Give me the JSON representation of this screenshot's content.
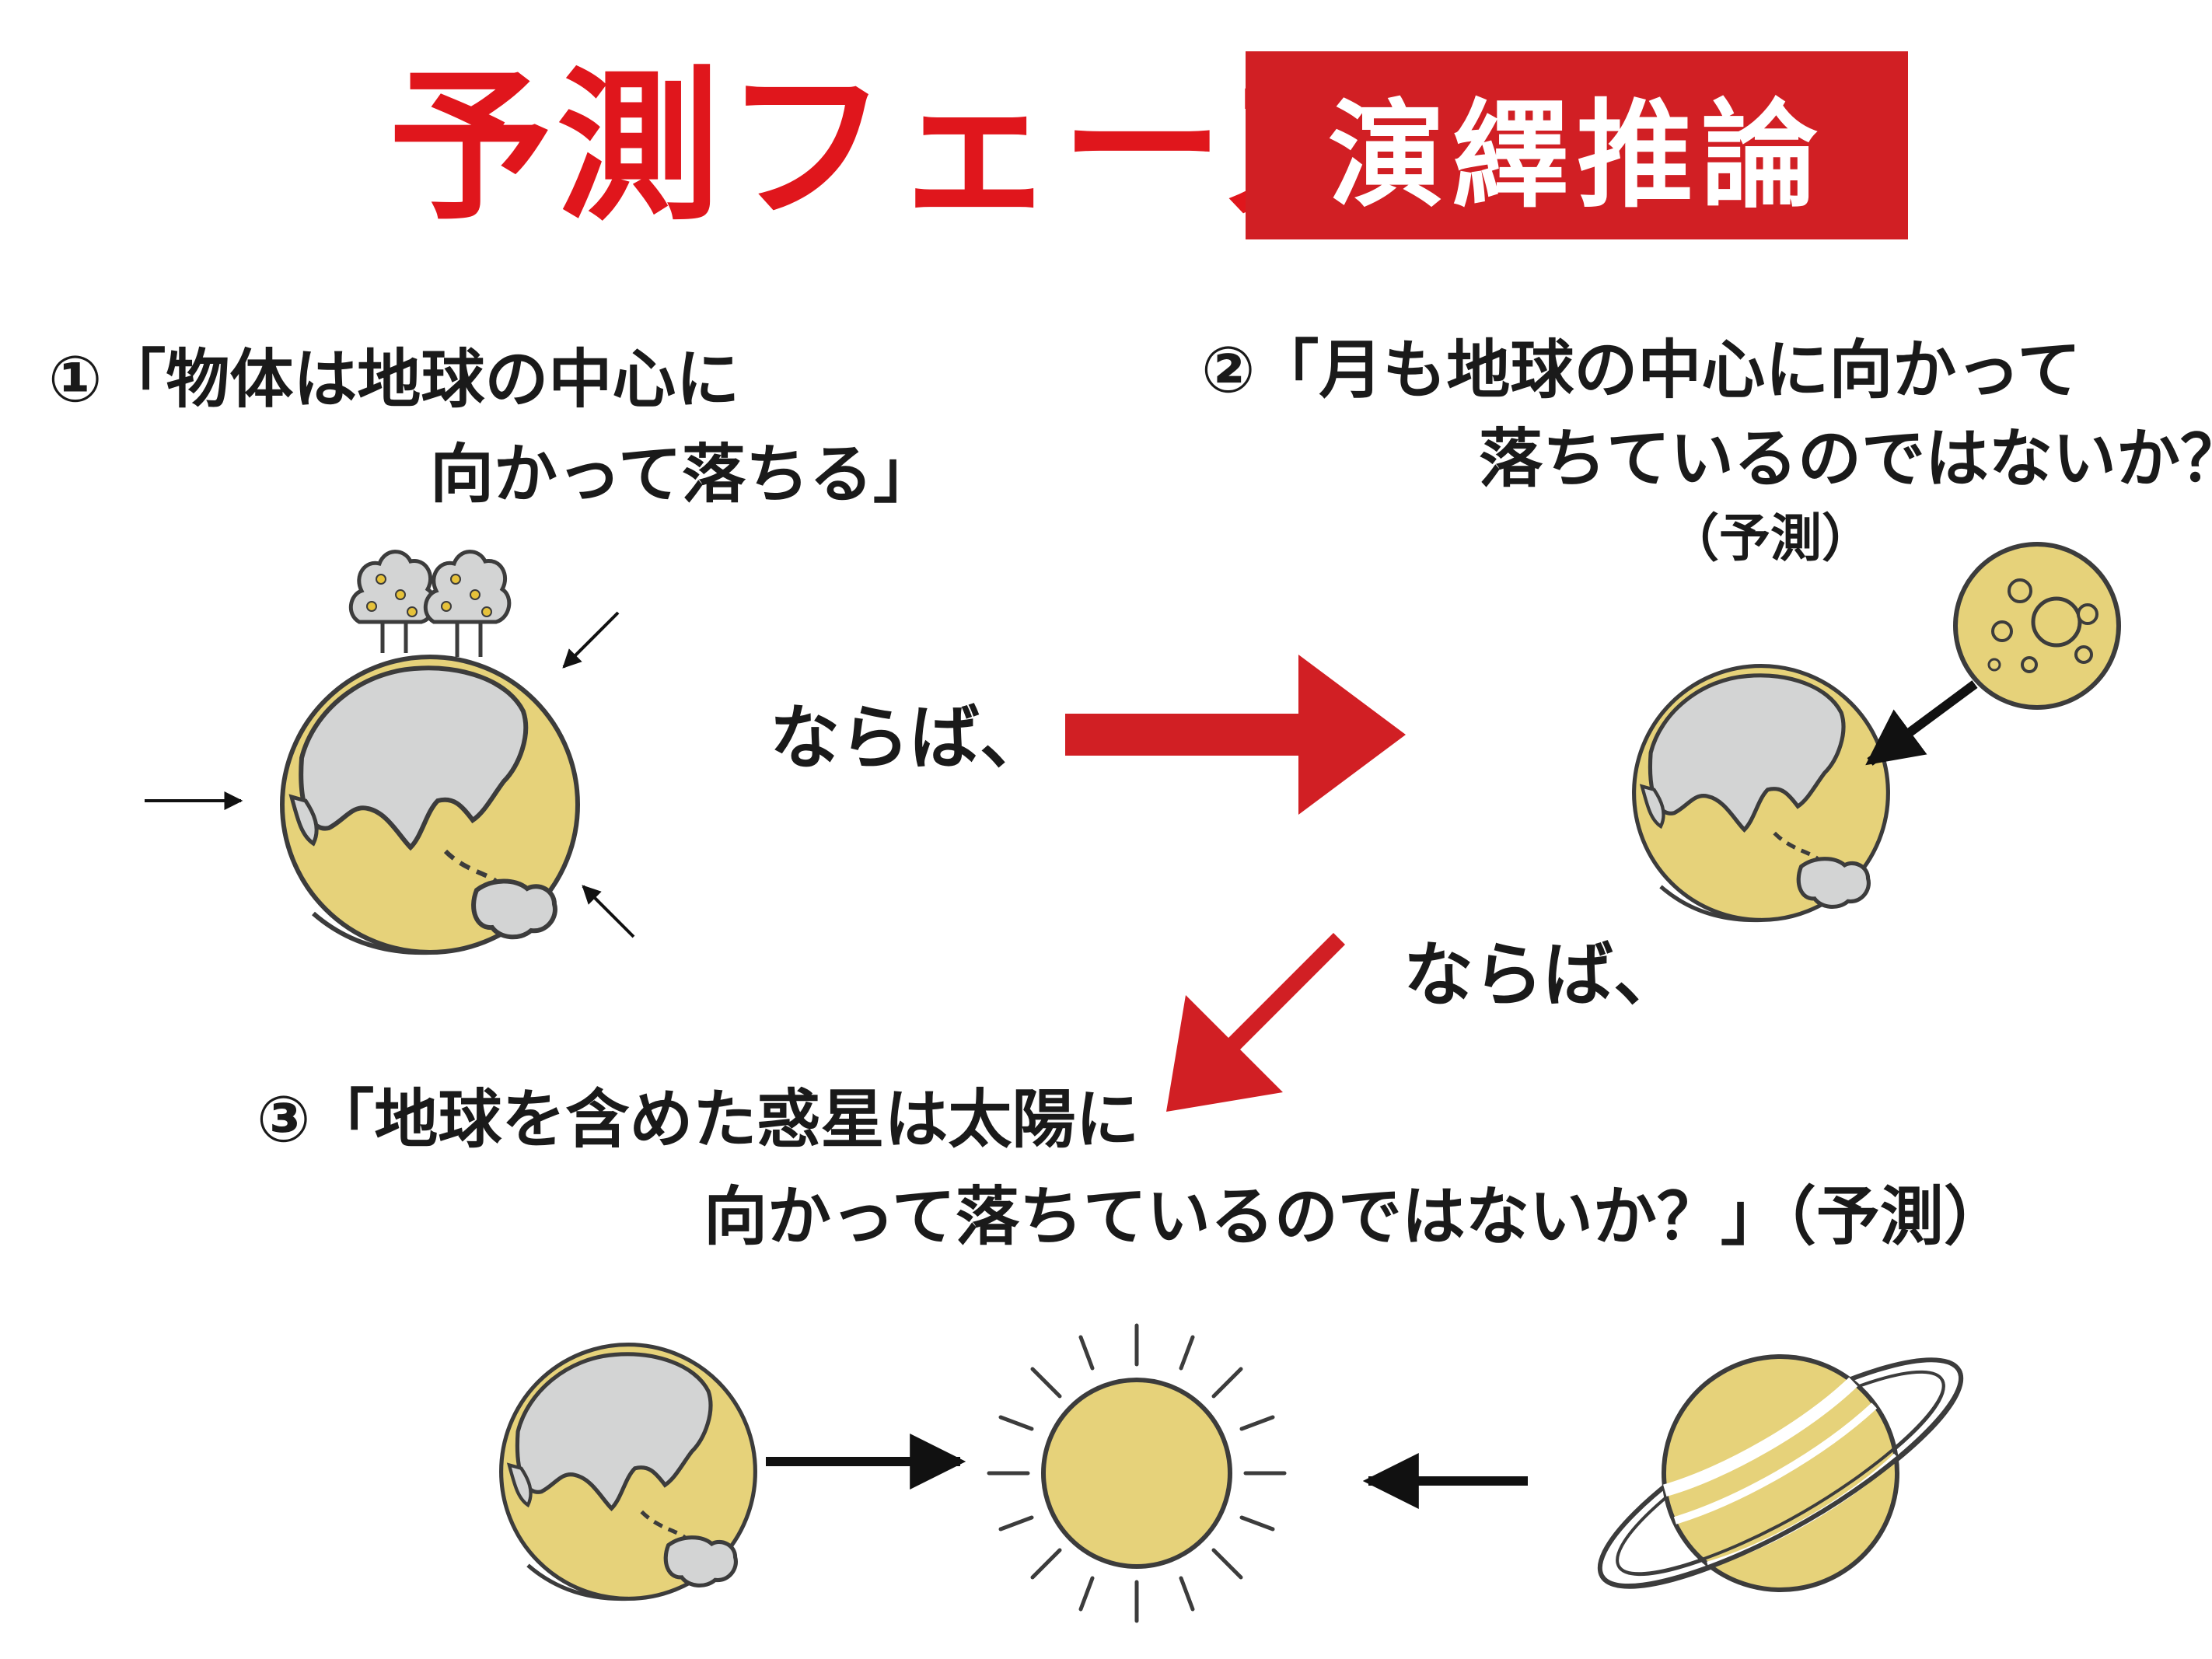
{
  "header": {
    "title": "予測フェーズ",
    "badge": "演繹推論"
  },
  "statements": {
    "s1_line1": "①「物体は地球の中心に",
    "s1_line2": "向かって落ちる」",
    "s2_line1": "②「月も地球の中心に向かって",
    "s2_line2": "落ちているのではないか？」",
    "s2_tag": "（予測）",
    "s3_line1": "③「地球を含めた惑星は太陽に",
    "s3_line2": "向かって落ちているのではないか？」（予測）"
  },
  "connectors": {
    "then_1": "ならば、",
    "then_2": "ならば、"
  },
  "colors": {
    "accent_red": "#d11f24",
    "title_red": "#e0161c",
    "planet_yellow": "#e6d27a",
    "land_gray": "#d3d4d4",
    "outline": "#3c3c3c"
  },
  "icons": [
    "earth-with-trees-icon",
    "earth-icon",
    "moon-icon",
    "sun-icon",
    "saturn-icon",
    "arrow-icon"
  ]
}
